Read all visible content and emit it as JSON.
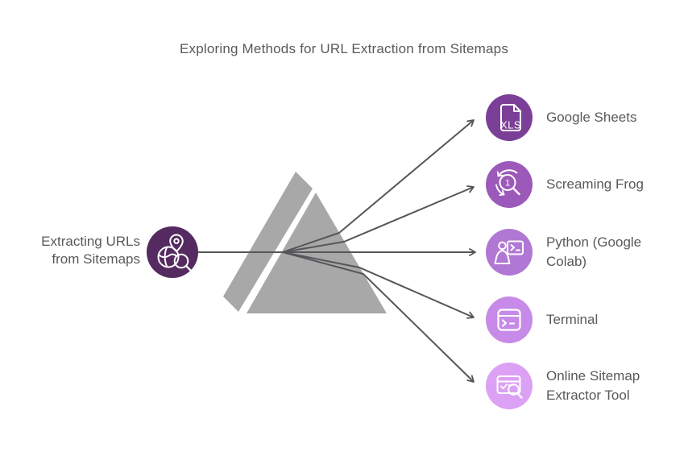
{
  "title": "Exploring Methods for URL Extraction from Sitemaps",
  "source": {
    "lines": [
      "Extracting URLs",
      "from Sitemaps"
    ],
    "icon": "globe-search-icon",
    "color": "#542a60"
  },
  "methods": [
    {
      "label": "Google Sheets",
      "icon": "xls-file-icon",
      "color": "#7c3f97"
    },
    {
      "label": "Screaming Frog",
      "icon": "crawl-refresh-icon",
      "color": "#9c59ba"
    },
    {
      "label": "Python (Google Colab)",
      "icon": "presenter-code-icon",
      "color": "#b078d4"
    },
    {
      "label": "Terminal",
      "icon": "terminal-window-icon",
      "color": "#c78ae8"
    },
    {
      "label": "Online Sitemap Extractor Tool",
      "icon": "browser-search-icon",
      "color": "#dca1f4"
    }
  ],
  "diagram": {
    "prism_color": "#a8a8a8",
    "line_color": "#55565a",
    "text_color": "#58595b"
  }
}
